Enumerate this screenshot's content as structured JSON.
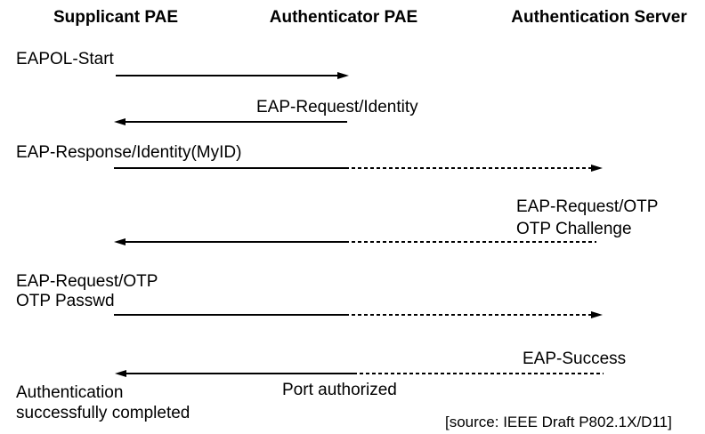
{
  "colors": {
    "ink": "#000000",
    "background": "#ffffff"
  },
  "columns": [
    {
      "id": "supplicant",
      "label": "Supplicant PAE"
    },
    {
      "id": "authenticator",
      "label": "Authenticator PAE"
    },
    {
      "id": "server",
      "label": "Authentication Server"
    }
  ],
  "messages": [
    {
      "label": "EAPOL-Start",
      "from": "Supplicant PAE",
      "to": "Authenticator PAE",
      "line": "solid",
      "direction": "right"
    },
    {
      "label": "EAP-Request/Identity",
      "from": "Authenticator PAE",
      "to": "Supplicant PAE",
      "line": "solid",
      "direction": "left"
    },
    {
      "label": "EAP-Response/Identity(MyID)",
      "from": "Supplicant PAE",
      "to": "Authentication Server",
      "line": "solid-then-dashed",
      "direction": "right"
    },
    {
      "label_line1": "EAP-Request/OTP",
      "label_line2": "OTP Challenge",
      "from": "Authentication Server",
      "to": "Supplicant PAE",
      "line": "dashed-then-solid",
      "direction": "left"
    },
    {
      "label_line1": "EAP-Request/OTP",
      "label_line2": "OTP Passwd",
      "from": "Supplicant PAE",
      "to": "Authentication Server",
      "line": "solid-then-dashed",
      "direction": "right"
    },
    {
      "label": "EAP-Success",
      "note": "Port authorized",
      "from": "Authentication Server",
      "to": "Supplicant PAE",
      "line": "dashed-then-solid",
      "direction": "left"
    }
  ],
  "footer": {
    "status_line1": "Authentication",
    "status_line2": "successfully completed",
    "source": "[source: IEEE Draft P802.1X/D11]"
  }
}
